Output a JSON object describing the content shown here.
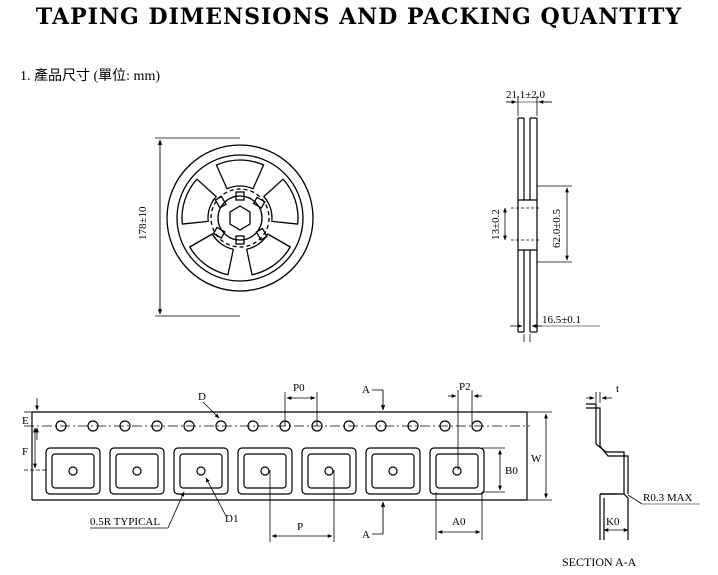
{
  "title": "TAPING DIMENSIONS AND PACKING QUANTITY",
  "subtitle": "1. 產品尺寸 (單位: mm)",
  "reel": {
    "height_label": "178±10"
  },
  "side_view": {
    "width_label": "21.1±2.0",
    "hub_label": "13±0.2",
    "inner_label": "62.0±0.5",
    "slot_label": "16.5±0.1"
  },
  "tape": {
    "label_e": "E",
    "label_f": "F",
    "label_d": "D",
    "label_p0": "P0",
    "label_a_top": "A",
    "label_p2": "P2",
    "label_b0": "B0",
    "label_w": "W",
    "label_typical": "0.5R TYPICAL",
    "label_d1": "D1",
    "label_p": "P",
    "label_a_bottom": "A",
    "label_a0": "A0"
  },
  "section": {
    "label_t": "t",
    "label_r": "R0.3 MAX",
    "label_k0": "K0",
    "caption": "SECTION  A-A"
  }
}
